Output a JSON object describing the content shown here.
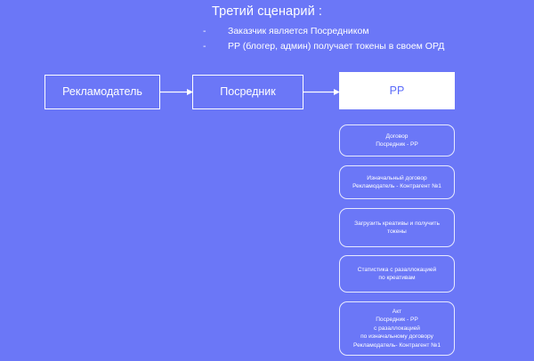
{
  "slide": {
    "background_color": "#6B77F7",
    "title": "Третий сценарий :",
    "bullets": [
      {
        "marker": "-",
        "text": "Заказчик является Посредником"
      },
      {
        "marker": "-",
        "text": "PP (блогер, админ) получает токены в своем ОРД"
      }
    ],
    "flow": {
      "advertiser": {
        "label": "Рекламодатель",
        "style": "outline",
        "text_color": "#FFFFFF"
      },
      "agent": {
        "label": "Посредник",
        "style": "outline",
        "text_color": "#FFFFFF"
      },
      "pp": {
        "label": "PP",
        "style": "filled",
        "fill_color": "#FFFFFF",
        "text_color": "#5B6BFA"
      },
      "arrows": [
        {
          "name": "advertiser-to-agent",
          "direction": "right",
          "color": "#FFFFFF"
        },
        {
          "name": "agent-to-pp",
          "direction": "right",
          "color": "#FFFFFF"
        }
      ]
    },
    "cards": [
      {
        "id": "card-1",
        "text": "Договор\nПосредник - PP"
      },
      {
        "id": "card-2",
        "text": "Изначальный договор\nРекламодатель - Контрагент №1"
      },
      {
        "id": "card-3",
        "text": "Загрузить креативы и получить\nтокены"
      },
      {
        "id": "card-4",
        "text": "Статистика с разаллокацией\nпо креативам"
      },
      {
        "id": "card-5",
        "text": "Акт\nПосредник - PP\nс разаллокацией\nпо изначальному договору\nРекламодатель- Контрагент №1"
      }
    ]
  }
}
